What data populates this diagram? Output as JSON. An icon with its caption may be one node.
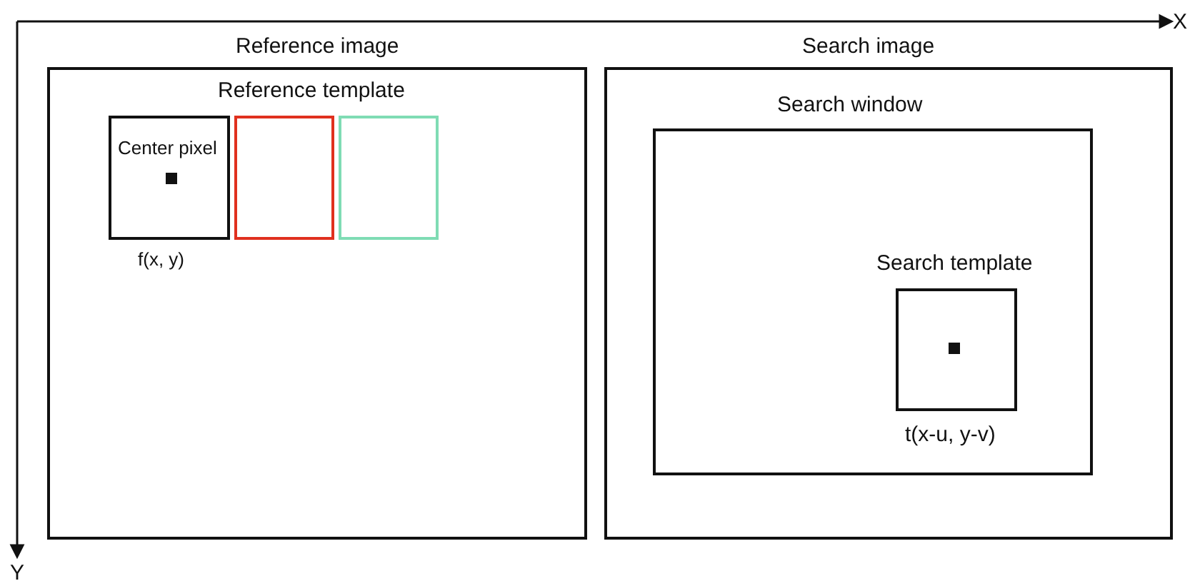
{
  "diagram": {
    "nodes": [
      {
        "text": [
          "Reference image"
        ]
      },
      {
        "text": [
          "Center pixel"
        ],
        "in": 0,
        "beside": [
          "f(x, y)"
        ]
      },
      {
        "text": [],
        "shape": "box",
        "in": 0
      },
      {
        "text": [],
        "shape": "box",
        "in": 0
      },
      {
        "text": [
          "Search image"
        ]
      },
      {
        "text": [
          "Search window"
        ],
        "in": 4
      },
      {
        "text": [
          "Search template"
        ],
        "in": 5,
        "beside": [
          "t(x-u, y-v)"
        ]
      }
    ],
    "edges": [],
    "labels": [
      "Reference template",
      "X",
      "Y"
    ]
  }
}
